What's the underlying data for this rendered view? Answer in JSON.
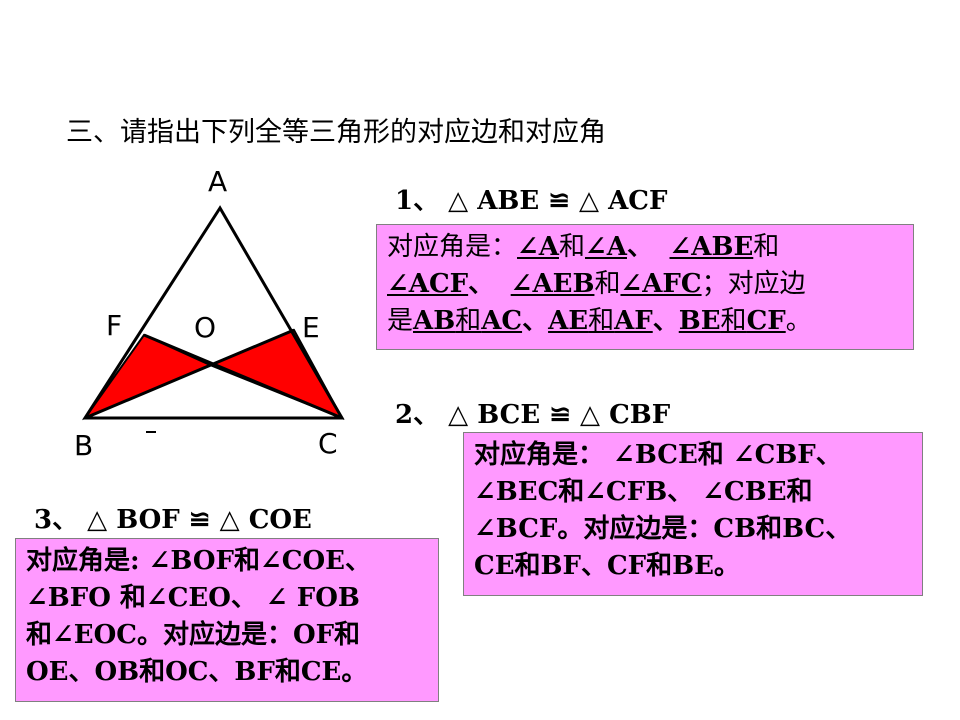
{
  "title": "三、请指出下列全等三角形的对应边和对应角",
  "figure": {
    "labels": {
      "A": "A",
      "F": "F",
      "O": "O",
      "E": "E",
      "B": "B",
      "C": "C"
    },
    "fill_color": "#ff0000"
  },
  "q1": {
    "heading": "1、 △ ABE ≌ △ ACF",
    "line1": [
      "对应角是：",
      "∠A",
      "和",
      "∠A",
      "、",
      "∠ABE",
      "和"
    ],
    "line2": [
      "∠ACF",
      "、",
      "∠AEB",
      "和",
      "∠AFC",
      "；对应边"
    ],
    "line3": [
      "是",
      "AB",
      "和",
      "AC",
      "、",
      "AE",
      "和",
      "AF",
      "、",
      "BE",
      "和",
      "CF",
      "。"
    ]
  },
  "q2": {
    "heading": "2、 △ BCE ≌ △ CBF",
    "line1": "对应角是：  ∠BCE和 ∠CBF、",
    "line2": "∠BEC和∠CFB、 ∠CBE和",
    "line3": "∠BCF。对应边是：CB和BC、",
    "line4": "CE和BF、CF和BE。"
  },
  "q3": {
    "heading": "3、 △ BOF ≌ △ COE",
    "line1": "对应角是: ∠BOF和∠COE、",
    "line2": "∠BFO 和∠CEO、 ∠ FOB",
    "line3": "和∠EOC。对应边是：OF和",
    "line4": "OE、OB和OC、BF和CE。"
  }
}
